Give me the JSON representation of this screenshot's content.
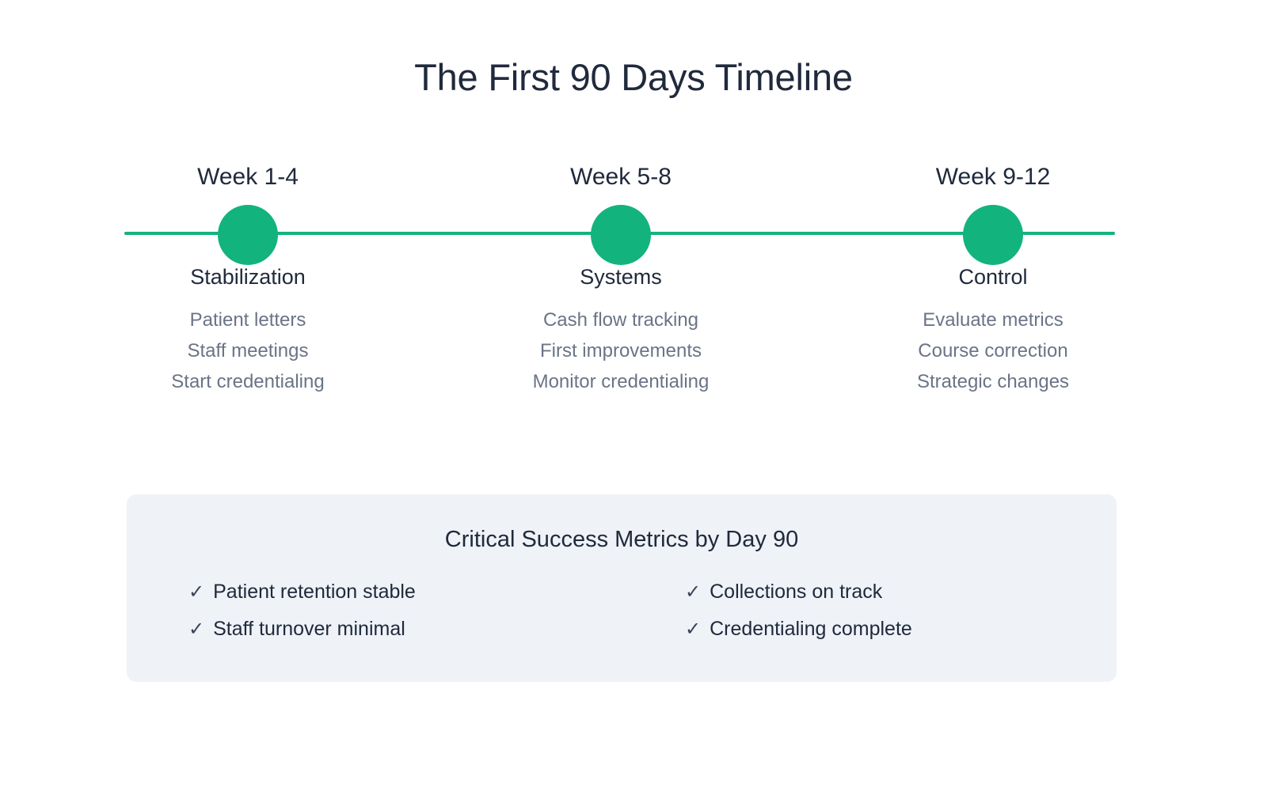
{
  "title": "The First 90 Days Timeline",
  "theme": {
    "accent_green": "#13b37e",
    "heading_navy": "#202a3c",
    "muted_slate": "#6a7486",
    "panel_background": "#eff2f7",
    "page_background": "#ffffff"
  },
  "timeline": {
    "milestones": [
      {
        "week": "Week 1-4",
        "label": "Stabilization",
        "items": [
          "Patient letters",
          "Staff meetings",
          "Start credentialing"
        ]
      },
      {
        "week": "Week 5-8",
        "label": "Systems",
        "items": [
          "Cash flow tracking",
          "First improvements",
          "Monitor credentialing"
        ]
      },
      {
        "week": "Week 9-12",
        "label": "Control",
        "items": [
          "Evaluate metrics",
          "Course correction",
          "Strategic changes"
        ]
      }
    ]
  },
  "metrics_panel": {
    "title": "Critical Success Metrics by Day 90",
    "check_glyph": "✓",
    "metrics": [
      "Patient retention stable",
      "Collections on track",
      "Staff turnover minimal",
      "Credentialing complete"
    ]
  }
}
